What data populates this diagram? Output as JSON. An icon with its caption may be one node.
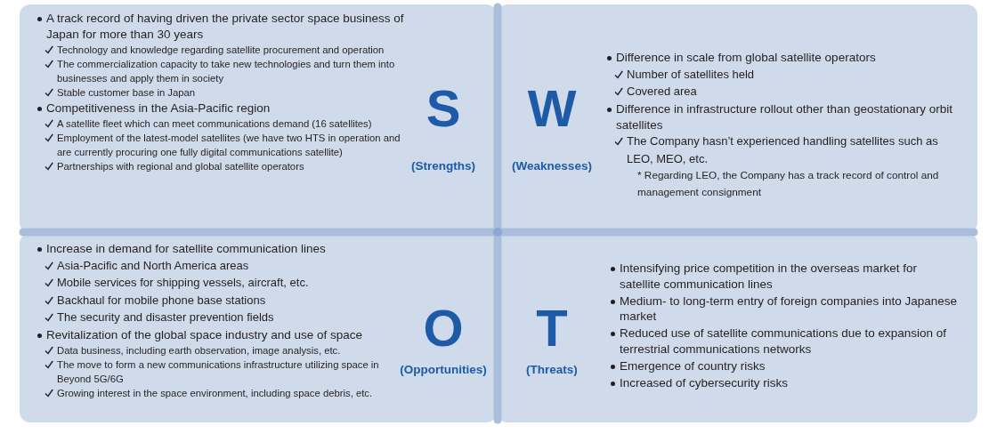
{
  "diagram": {
    "nodes": [
      {
        "text": [
          "S",
          "(Strengths)",
          "A track record of having driven the private sector space business of Japan for more than 30 years",
          "Technology and knowledge regarding satellite procurement and operation",
          "The commercialization capacity to take new technologies and turn them into businesses and apply them in society",
          "Stable customer base in Japan",
          "Competitiveness in the Asia-Pacific region",
          "A satellite fleet which can meet communications demand (16 satellites)",
          "Employment of the latest-model satellites (we have two HTS in operation and are currently procuring one fully digital communications satellite)",
          "Partnerships with regional and global satellite operators"
        ]
      },
      {
        "text": [
          "W",
          "(Weaknesses)",
          "Difference in scale from global satellite operators",
          "Number of satellites held",
          "Covered area",
          "Difference in infrastructure rollout other than geostationary orbit satellites",
          "The Company hasn’t experienced handling satellites such as LEO, MEO, etc.",
          "* Regarding LEO, the Company has a track record of control and management consignment"
        ]
      },
      {
        "text": [
          "O",
          "(Opportunities)",
          "Increase in demand for satellite communication lines",
          "Asia-Pacific and North America areas",
          "Mobile services for shipping vessels, aircraft, etc.",
          "Backhaul for mobile phone base stations",
          "The security and disaster prevention fields",
          "Revitalization of the global space industry and use of space",
          "Data business, including earth observation, image analysis, etc.",
          "The move to form a new communications infrastructure utilizing space in Beyond 5G/6G",
          "Growing interest in the space environment, including space debris, etc."
        ]
      },
      {
        "text": [
          "T",
          "(Threats)",
          "Intensifying price competition in the overseas market for satellite communication lines",
          "Medium- to long-term entry of foreign companies into Japanese market",
          "Reduced use of satellite communications due to expansion of terrestrial communications networks",
          "Emergence of country risks",
          "Increased of cybersecurity risks"
        ]
      }
    ]
  }
}
